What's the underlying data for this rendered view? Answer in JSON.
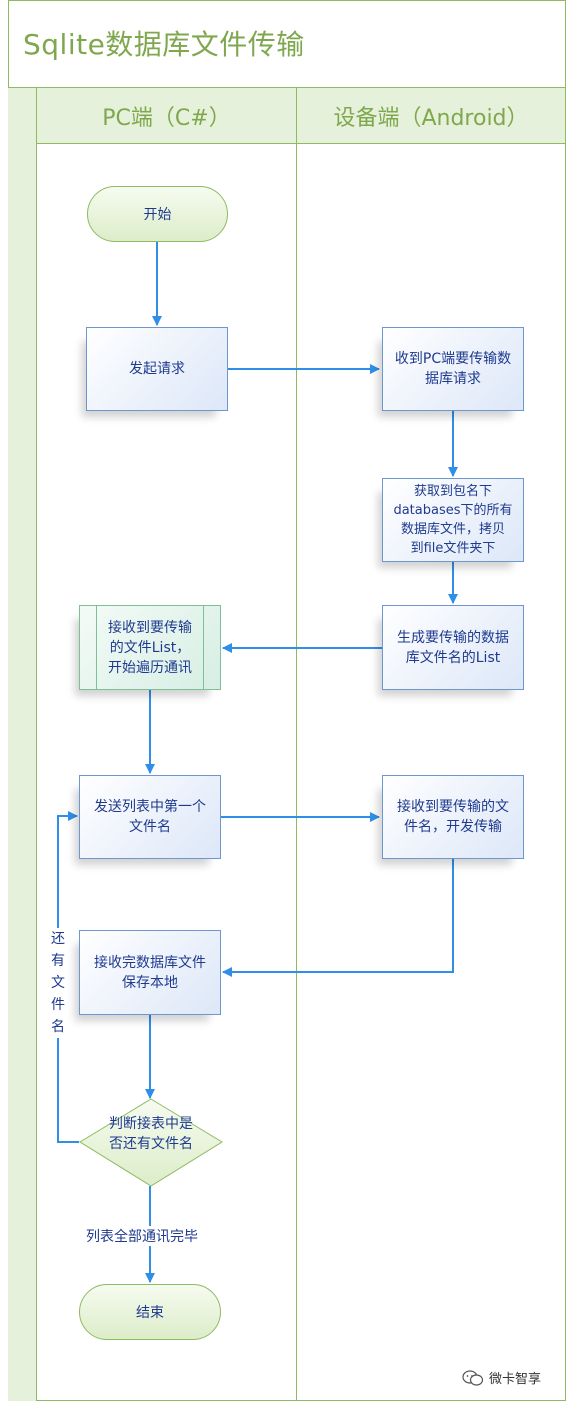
{
  "title": "Sqlite数据库文件传输",
  "lanes": {
    "pc": "PC端（C#）",
    "device": "设备端（Android）"
  },
  "nodes": {
    "start": "开始",
    "initiate_request": "发起请求",
    "receive_request": "收到PC端要传输数\n据库请求",
    "copy_files": "获取到包名下\ndatabases下的所有\n数据库文件，拷贝\n到file文件夹下",
    "generate_list": "生成要传输的数据\n库文件名的List",
    "receive_list": "接收到要传输\n的文件List，\n开始遍历通讯",
    "send_first_name": "发送列表中第一个\n文件名",
    "receive_name_start": "接收到要传输的文\n件名，开发传输",
    "receive_save": "接收完数据库文件\n保存本地",
    "decision": "判断接表中是\n否还有文件名",
    "end": "结束"
  },
  "labels": {
    "loop_back": "还\n有\n文\n件\n名",
    "all_done": "列表全部通讯完毕"
  },
  "watermark": "微卡智享",
  "colors": {
    "frame": "#8fba62",
    "lane_fill": "#e6f1db",
    "arrow": "#2f8fe8",
    "text": "#1f3a8f"
  }
}
